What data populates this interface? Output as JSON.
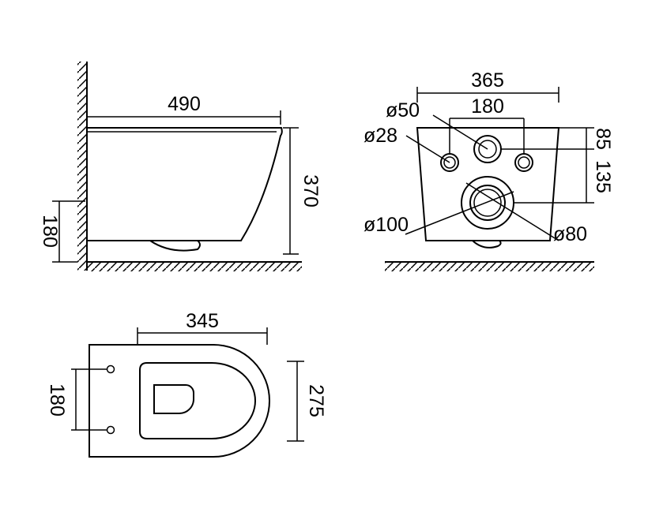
{
  "side_view": {
    "width_label": "490",
    "height_label": "370",
    "mount_height_label": "180"
  },
  "rear_view": {
    "width_label": "365",
    "bolt_spacing_label": "180",
    "inlet_top_label": "85",
    "outlet_offset_label": "135",
    "inlet_diameter_label": "ø50",
    "bolt_diameter_label": "ø28",
    "outlet_outer_label": "ø100",
    "outlet_inner_label": "ø80"
  },
  "top_view": {
    "length_label": "345",
    "bolt_spacing_label": "180",
    "width_label": "275"
  }
}
